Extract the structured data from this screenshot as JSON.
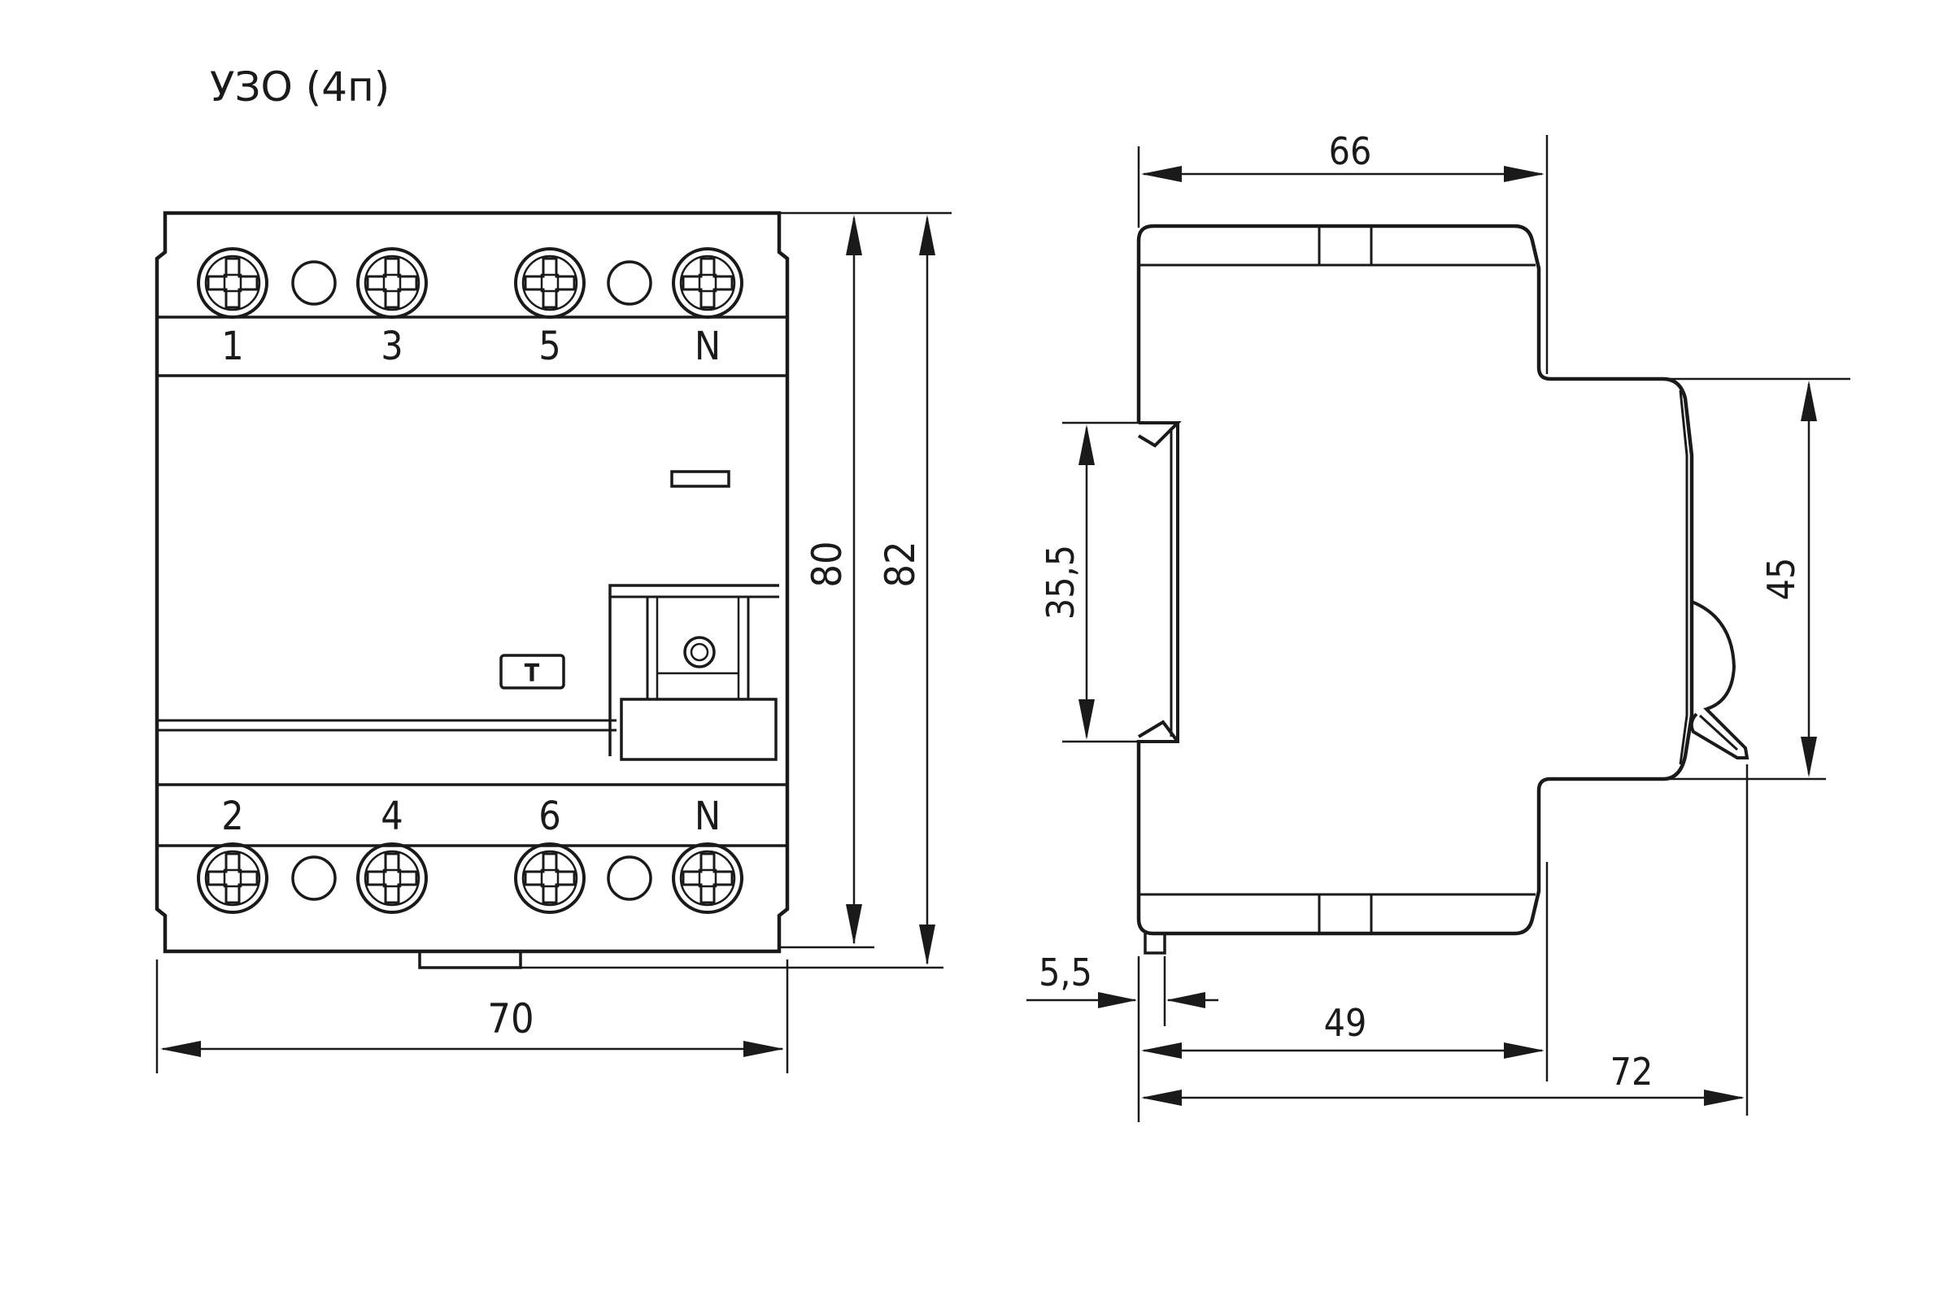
{
  "title": "УЗО (4п)",
  "front_view": {
    "terminal_labels_top": [
      "1",
      "3",
      "5",
      "N"
    ],
    "terminal_labels_bottom": [
      "2",
      "4",
      "6",
      "N"
    ],
    "test_button_label": "T",
    "dim_width": "70",
    "dim_height_body": "80",
    "dim_height_total": "82"
  },
  "side_view": {
    "dim_top_width": "66",
    "dim_rail": "35,5",
    "dim_front_height": "45",
    "dim_offset": "5,5",
    "dim_depth_body": "49",
    "dim_depth_total": "72"
  }
}
